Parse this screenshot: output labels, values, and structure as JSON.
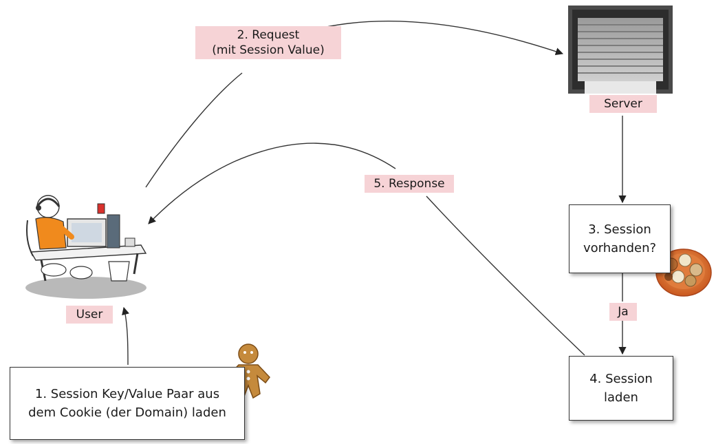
{
  "labels": {
    "request": "2. Request\n(mit Session Value)",
    "server": "Server",
    "response": "5. Response",
    "user": "User",
    "ja": "Ja"
  },
  "boxes": {
    "step1": "1. Session Key/Value Paar aus\ndem Cookie (der Domain) laden",
    "step3": "3. Session\nvorhanden?",
    "step4": "4. Session\nladen"
  },
  "icons": {
    "server": "server-rack-icon",
    "user": "user-at-desk-icon",
    "cookie_plate": "cookie-plate-icon",
    "gingerbread": "gingerbread-man-icon"
  },
  "colors": {
    "label_bg": "#f6d3d6",
    "line": "#333333"
  }
}
